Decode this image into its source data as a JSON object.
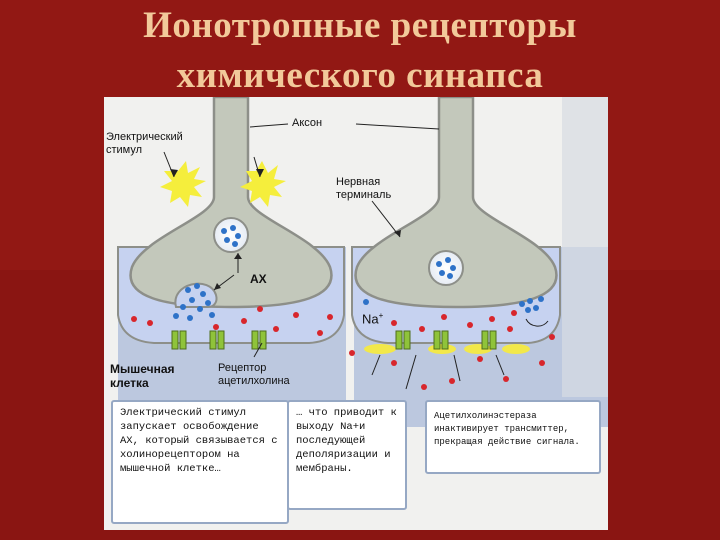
{
  "title": {
    "line1": "Ионотропные рецепторы",
    "line2": "химического синапса"
  },
  "colors": {
    "slide_background": "#8a1512",
    "title_text": "#f2c99a",
    "cytoplasm": "#c3c8bb",
    "membrane": "#8d8f89",
    "cleft": "#c6d2f0",
    "muscle": "#bcc8df",
    "acetylcholine": "#2e72c8",
    "sodium_ion": "#d8262c",
    "receptor": "#8fc33a",
    "depolarization": "#f2e84a"
  },
  "labels": {
    "axon": "Аксон",
    "stimulus": "Электрический стимул",
    "terminal": "Нервная терминаль",
    "ach": "АХ",
    "sodium": "Na",
    "sodium_charge": "+",
    "muscle_cell": "Мышечная клетка",
    "receptor": "Рецептор ацетилхолина"
  },
  "text_boxes": [
    "Электрический стимул запускает освобождение АХ, который связывается с холинорецептором на мышечной клетке…",
    "… что приводит к выходу Na+и последующей деполяризации и мембраны.",
    "Ацетилхолинэстераза инактивирует трансмиттер, прекращая действие сигнала."
  ]
}
